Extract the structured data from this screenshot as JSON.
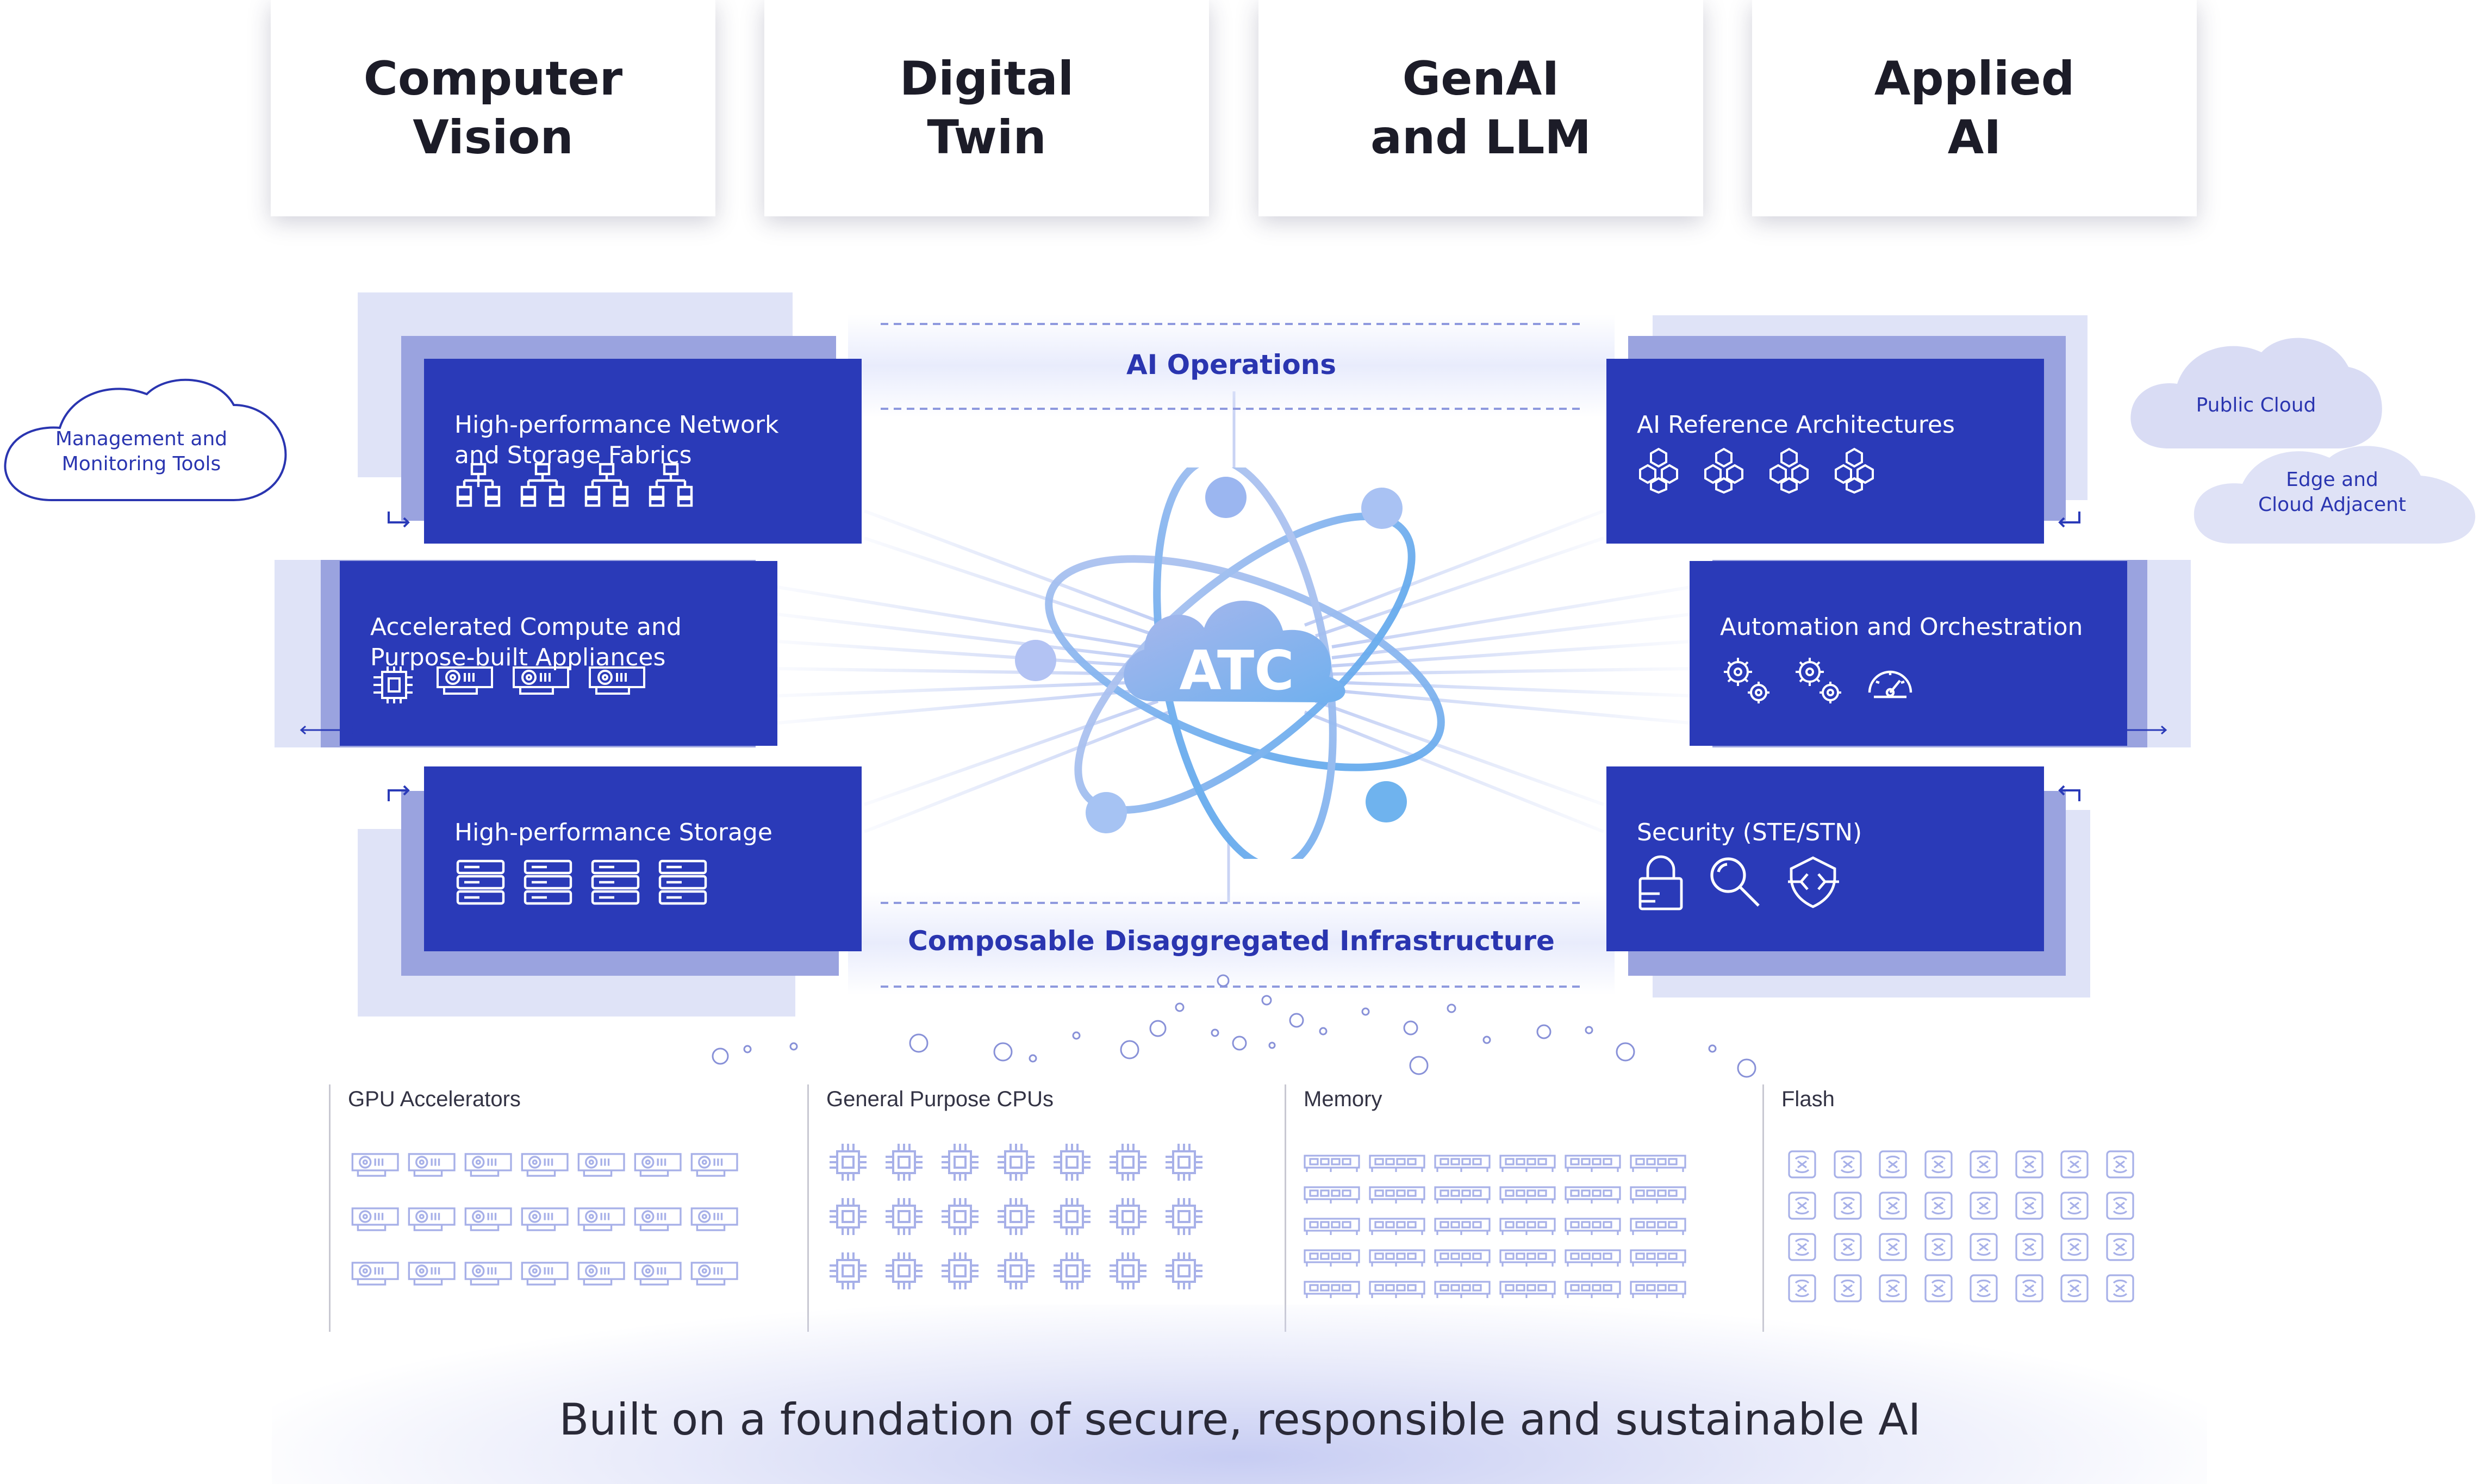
{
  "use_cases": [
    {
      "label": "Computer\nVision"
    },
    {
      "label": "Digital\nTwin"
    },
    {
      "label": "GenAI\nand LLM"
    },
    {
      "label": "Applied\nAI"
    }
  ],
  "bands": {
    "top": "AI Operations",
    "bottom": "Composable Disaggregated Infrastructure"
  },
  "center": {
    "label": "ATC"
  },
  "clouds": {
    "management": "Management and\nMonitoring Tools",
    "public": "Public Cloud",
    "edge": "Edge and\nCloud Adjacent"
  },
  "left_boxes": [
    {
      "title": "High-performance Network\nand Storage Fabrics",
      "icon": "network-topology-icon"
    },
    {
      "title": "Accelerated Compute and\nPurpose-built Appliances",
      "icon": "gpu-card-icon"
    },
    {
      "title": "High-performance Storage",
      "icon": "server-rack-icon"
    }
  ],
  "right_boxes": [
    {
      "title": "AI Reference Architectures",
      "icon": "hexagon-cluster-icon"
    },
    {
      "title": "Automation and Orchestration",
      "icon": "gears-icon"
    },
    {
      "title": "Security (STE/STN)",
      "icon": "security-icon"
    }
  ],
  "resources": [
    {
      "title": "GPU Accelerators",
      "icon": "gpu-card-icon"
    },
    {
      "title": "General Purpose CPUs",
      "icon": "cpu-chip-icon"
    },
    {
      "title": "Memory",
      "icon": "memory-module-icon"
    },
    {
      "title": "Flash",
      "icon": "flash-drive-icon"
    }
  ],
  "footer": "Built on a foundation of secure, responsible and sustainable AI",
  "colors": {
    "primary_blue": "#2a3ab8",
    "accent_text": "#2a35b0",
    "light_icon": "#a7b0e8",
    "orb": "#8fb7f2"
  }
}
